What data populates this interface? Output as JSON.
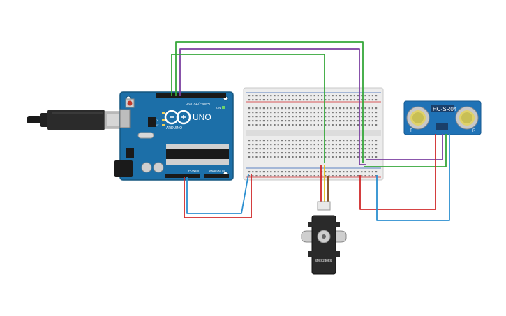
{
  "colors": {
    "background": "#ffffff",
    "arduino_blue": "#1c6fa8",
    "arduino_dark": "#15567f",
    "breadboard": "#ececec",
    "sensor_blue": "#1f72b6",
    "wire_green": "#36a83a",
    "wire_purple": "#7b3fa0",
    "wire_red": "#d0292a",
    "wire_blue": "#2b8fd0",
    "wire_yellow": "#e6c21a",
    "servo_body": "#2a2a2a"
  },
  "arduino": {
    "brand": "ARDUINO",
    "model": "UNO",
    "digital_label": "DIGITAL (PWM~)",
    "power_label": "POWER",
    "analog_label": "ANALOG IN",
    "on_label": "ON",
    "tx_label": "TX",
    "rx_label": "RX",
    "l_label": "L"
  },
  "sensor": {
    "label": "HC-SR04",
    "t_label": "T",
    "r_label": "R"
  },
  "servo": {
    "label": "SM-S2309S"
  },
  "icons": {
    "usb": "usb-cable-icon",
    "reset": "reset-button-icon"
  }
}
